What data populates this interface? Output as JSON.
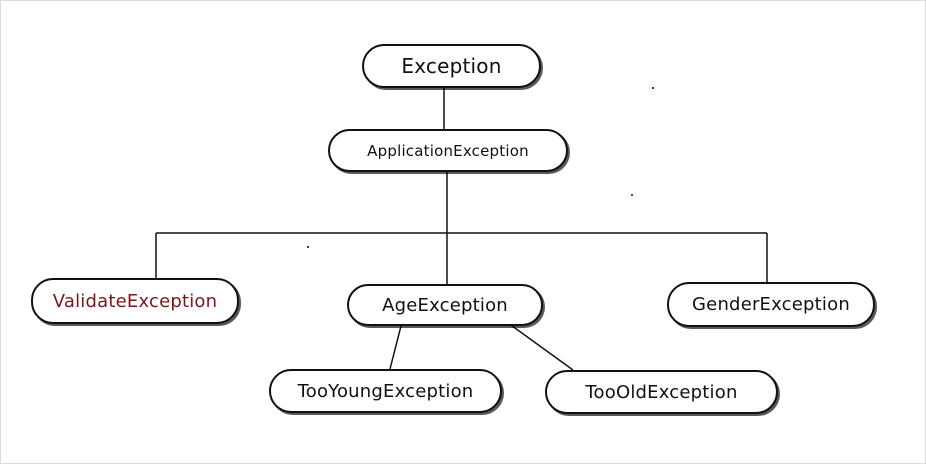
{
  "nodes": {
    "exception": {
      "label": "Exception"
    },
    "application_exception": {
      "label": "ApplicationException"
    },
    "validate_exception": {
      "label": "ValidateException"
    },
    "age_exception": {
      "label": "AgeException"
    },
    "gender_exception": {
      "label": "GenderException"
    },
    "too_young_exception": {
      "label": "TooYoungException"
    },
    "too_old_exception": {
      "label": "TooOldException"
    }
  },
  "colors": {
    "line": "#111111",
    "node_border": "#111111",
    "node_text": "#111111",
    "highlight_text": "#7a1620",
    "canvas_border": "#d8dde3"
  }
}
